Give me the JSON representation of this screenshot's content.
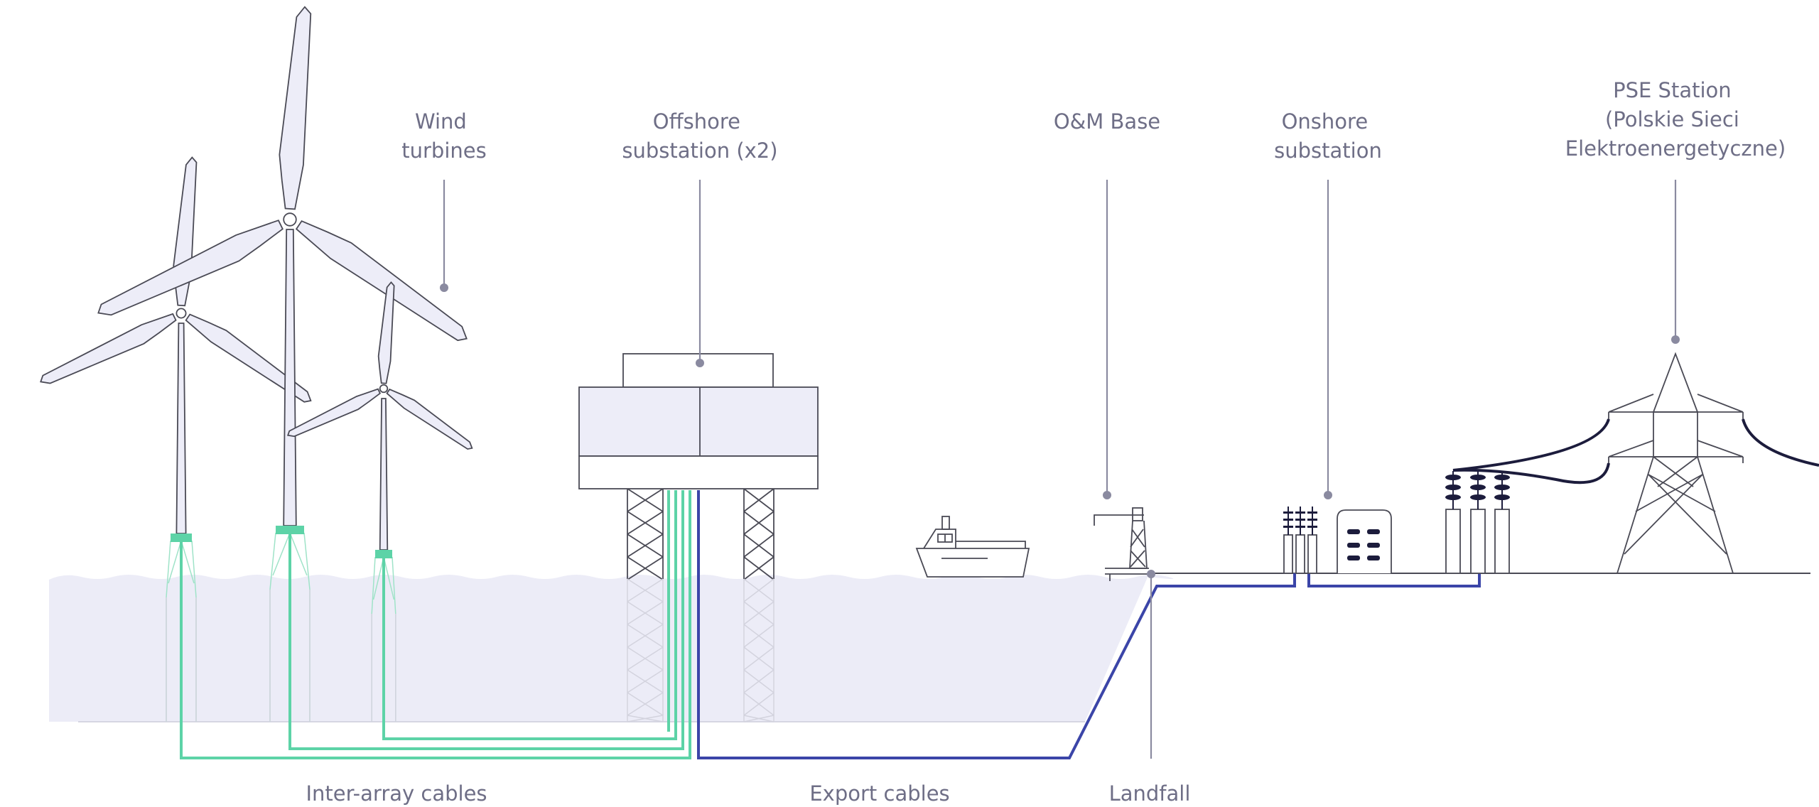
{
  "labels": {
    "wind_turbines": [
      "Wind",
      "turbines"
    ],
    "offshore_substation": [
      "Offshore",
      "substation (x2)"
    ],
    "om_base": "O&M Base",
    "onshore_substation": [
      "Onshore",
      "substation"
    ],
    "pse_station": [
      "PSE Station",
      "(Polskie Sieci",
      "Elektroenergetyczne)"
    ],
    "inter_array_cables": "Inter-array cables",
    "export_cables": "Export cables",
    "landfall": "Landfall"
  },
  "colors": {
    "inter_array_cable": "#5dd3a7",
    "export_cable": "#3b45a8",
    "water": "#ececf7",
    "power_line": "#1c1c3c",
    "label_text": "#6e6e86"
  }
}
